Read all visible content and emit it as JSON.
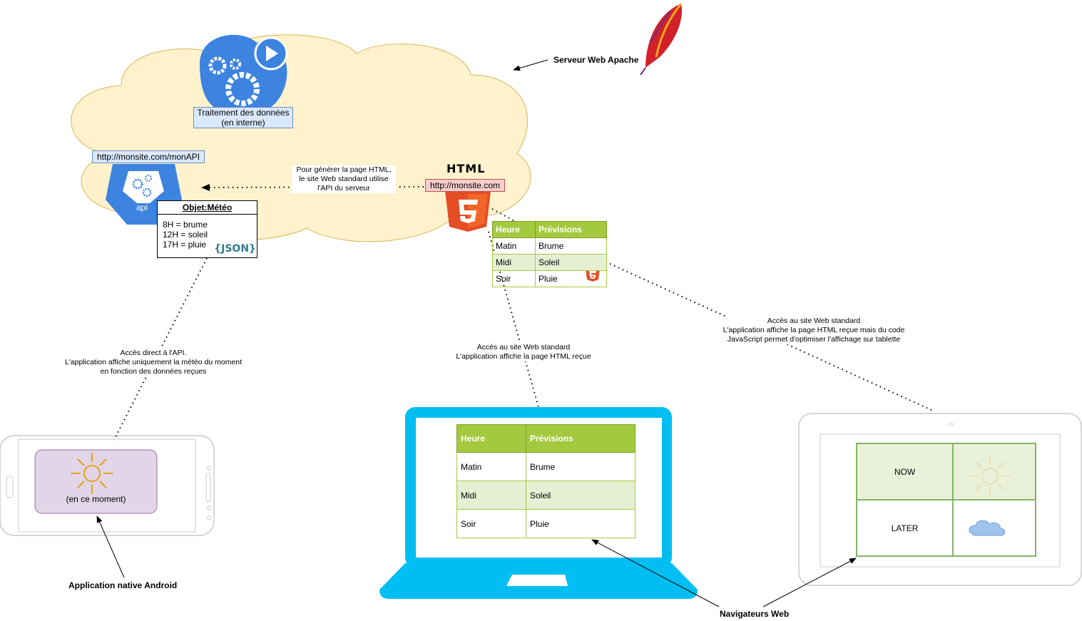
{
  "server_label": "Serveur Web Apache",
  "processing_label": "Traitement des données\n(en interne)",
  "api": {
    "url": "http://monsite.com/monAPI",
    "icon_text": "api",
    "object": {
      "title": "Objet:Météo",
      "rows": [
        "8H = brume",
        "12H = soleil",
        "17H = pluie"
      ],
      "json_badge": "{JSON}"
    }
  },
  "html_site": {
    "logo_text": "HTML",
    "url": "http://monsite.com",
    "generate_note": "Pour générer la page HTML,\nle site Web standard utilise\nl'API du serveur"
  },
  "forecast_table": {
    "headers": [
      "Heure",
      "Prévisions"
    ],
    "rows": [
      [
        "Matin",
        "Brume"
      ],
      [
        "Midi",
        "Soleil"
      ],
      [
        "Soir",
        "Pluie"
      ]
    ]
  },
  "notes": {
    "android": "Accès direct à l'API.\nL'application affiche uniquement la météo du moment\nen fonction des données reçues",
    "laptop": "Accès au site Web standard\nL'application affiche la page HTML reçue",
    "tablet": "Accès au site Web standard\nL'application affiche la page HTML reçue mais du code\nJavaScript permet d'optimiser l'affichage sur tablette"
  },
  "android": {
    "now_text": "(en ce moment)",
    "label": "Application native Android"
  },
  "tablet": {
    "now": "NOW",
    "later": "LATER"
  },
  "browsers_label": "Navigateurs Web",
  "colors": {
    "cloud_fill": "#fff2cc",
    "cloud_stroke": "#d6b656",
    "gear_blue": "#3d83e0",
    "html_orange": "#e44d26",
    "laptop_cyan": "#00bef2",
    "table_green": "#a4c93f",
    "purple": "#e1d5e7"
  }
}
